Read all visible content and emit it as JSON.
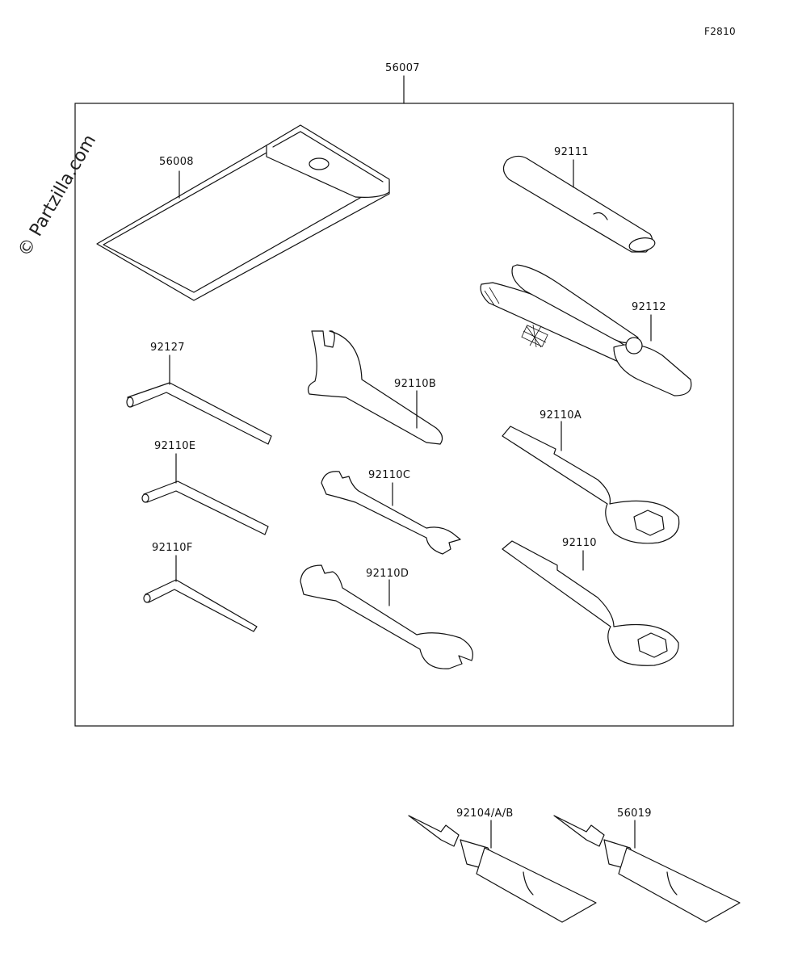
{
  "figure_id": "F2810",
  "watermark": "© Partzilla.com",
  "parts": {
    "kit": "56007",
    "pouch": "56008",
    "handle": "92111",
    "pliers": "92112",
    "hex_127": "92127",
    "pin_spanner": "92110B",
    "box_wrench_a": "92110A",
    "hex_e": "92110E",
    "wrench_c": "92110C",
    "hex_f": "92110F",
    "wrench_d": "92110D",
    "box_wrench": "92110",
    "grease_1": "92104/A/B",
    "grease_2": "56019"
  }
}
